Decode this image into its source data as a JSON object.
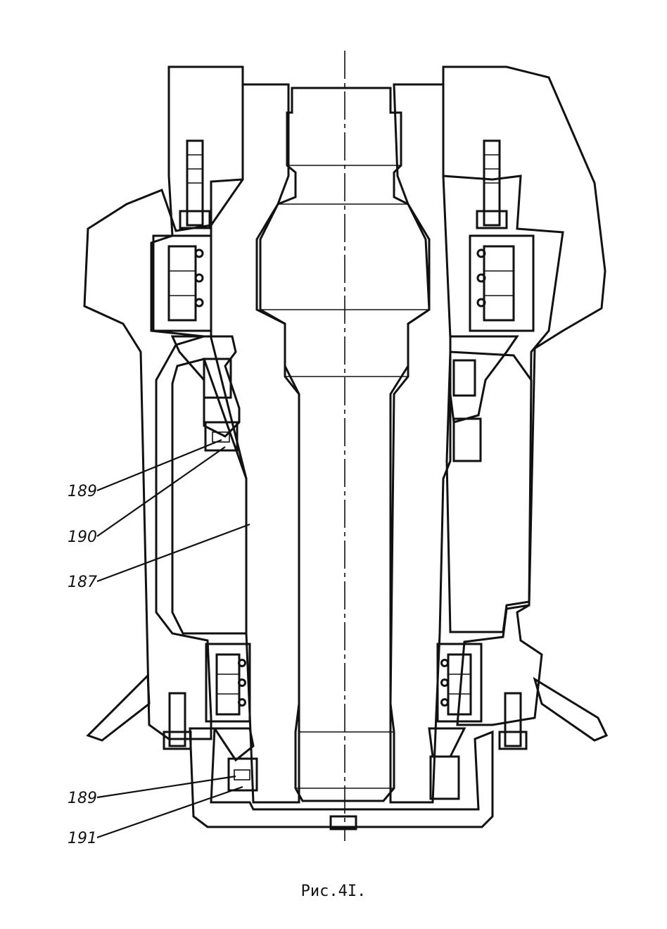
{
  "figure": {
    "caption": "Рис.4I.",
    "labels": {
      "l189_top": "189",
      "l190": "190",
      "l187": "187",
      "l189_bottom": "189",
      "l191": "191"
    }
  },
  "colors": {
    "ink": "#111111",
    "paper": "#ffffff"
  }
}
